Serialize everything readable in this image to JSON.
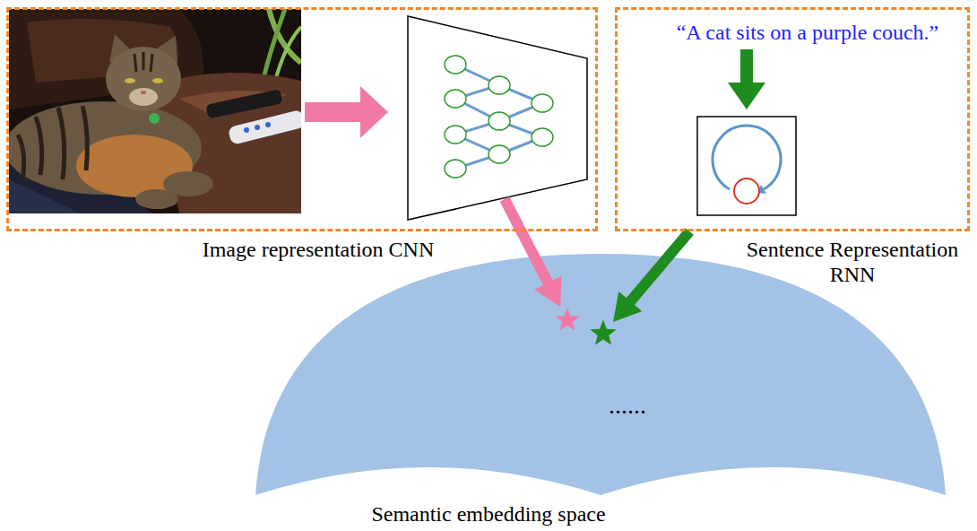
{
  "diagram": {
    "nodes": [
      {
        "text": [
          "Image representation CNN"
        ]
      },
      {
        "text": [
          "“A cat sits on a purple couch.”",
          "Sentence Representation RNN"
        ]
      },
      {
        "text": [
          "Semantic embedding space"
        ]
      }
    ],
    "edges": [
      {
        "from": 0,
        "to": 2,
        "arrow": "to"
      },
      {
        "from": 1,
        "to": 2,
        "arrow": "to"
      }
    ],
    "labels": [
      "......"
    ]
  }
}
